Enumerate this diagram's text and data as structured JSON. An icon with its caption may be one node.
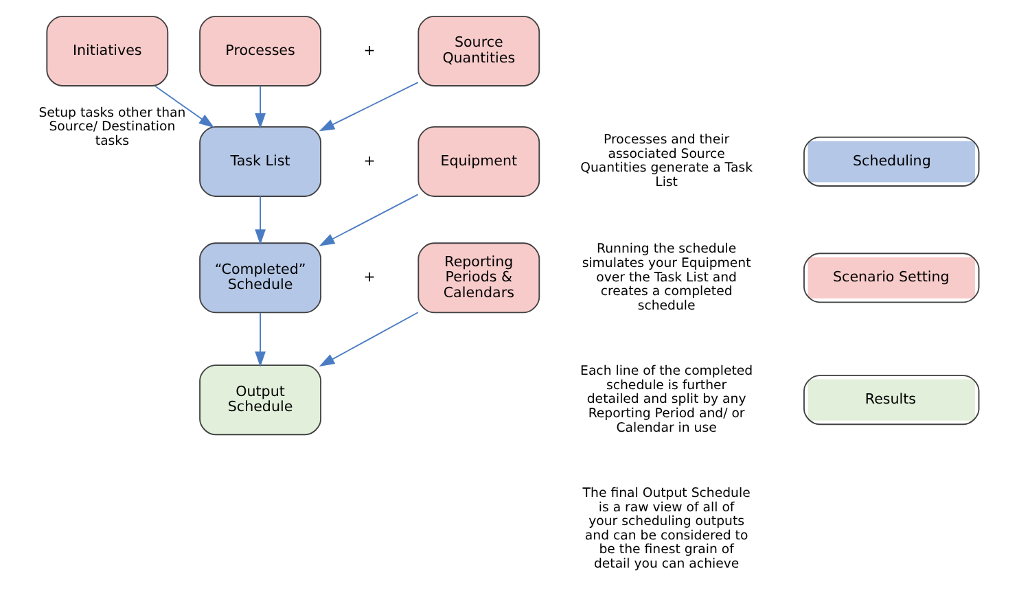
{
  "diagram": {
    "nodes": [
      {
        "text": [
          "Initiatives"
        ]
      },
      {
        "text": [
          "Processes"
        ]
      },
      {
        "text": [
          "Source Quantities"
        ]
      },
      {
        "text": [
          "Task List"
        ]
      },
      {
        "text": [
          "Equipment"
        ]
      },
      {
        "text": [
          "“Completed” Schedule"
        ]
      },
      {
        "text": [
          "Reporting Periods & Calendars"
        ]
      },
      {
        "text": [
          "Output Schedule"
        ]
      }
    ],
    "edges": [
      {
        "from": 0,
        "to": 3,
        "arrow": "to",
        "label": "Setup tasks other than Source/ Destination tasks"
      },
      {
        "from": 1,
        "to": 3,
        "arrow": "to"
      },
      {
        "from": 2,
        "to": 3,
        "arrow": "to"
      },
      {
        "from": 3,
        "to": 5,
        "arrow": "to"
      },
      {
        "from": 4,
        "to": 5,
        "arrow": "to"
      },
      {
        "from": 5,
        "to": 7,
        "arrow": "to"
      },
      {
        "from": 6,
        "to": 7,
        "arrow": "to"
      }
    ],
    "labels": [
      "+",
      "+",
      "+",
      "Processes and their associated Source Quantities generate a Task List",
      "Running the schedule simulates your Equipment over the Task List and creates a completed schedule",
      "Each line of the completed schedule is further detailed and split by any Reporting Period and/ or Calendar in use",
      "The final Output Schedule is a raw view of all of your scheduling outputs and can be considered to be the finest grain of detail you can achieve"
    ],
    "legend": [
      {
        "text": "Scheduling",
        "color": "#b4c7e7"
      },
      {
        "text": "Scenario Setting",
        "color": "#f8cbcb"
      },
      {
        "text": "Results",
        "color": "#e2efda"
      }
    ]
  }
}
